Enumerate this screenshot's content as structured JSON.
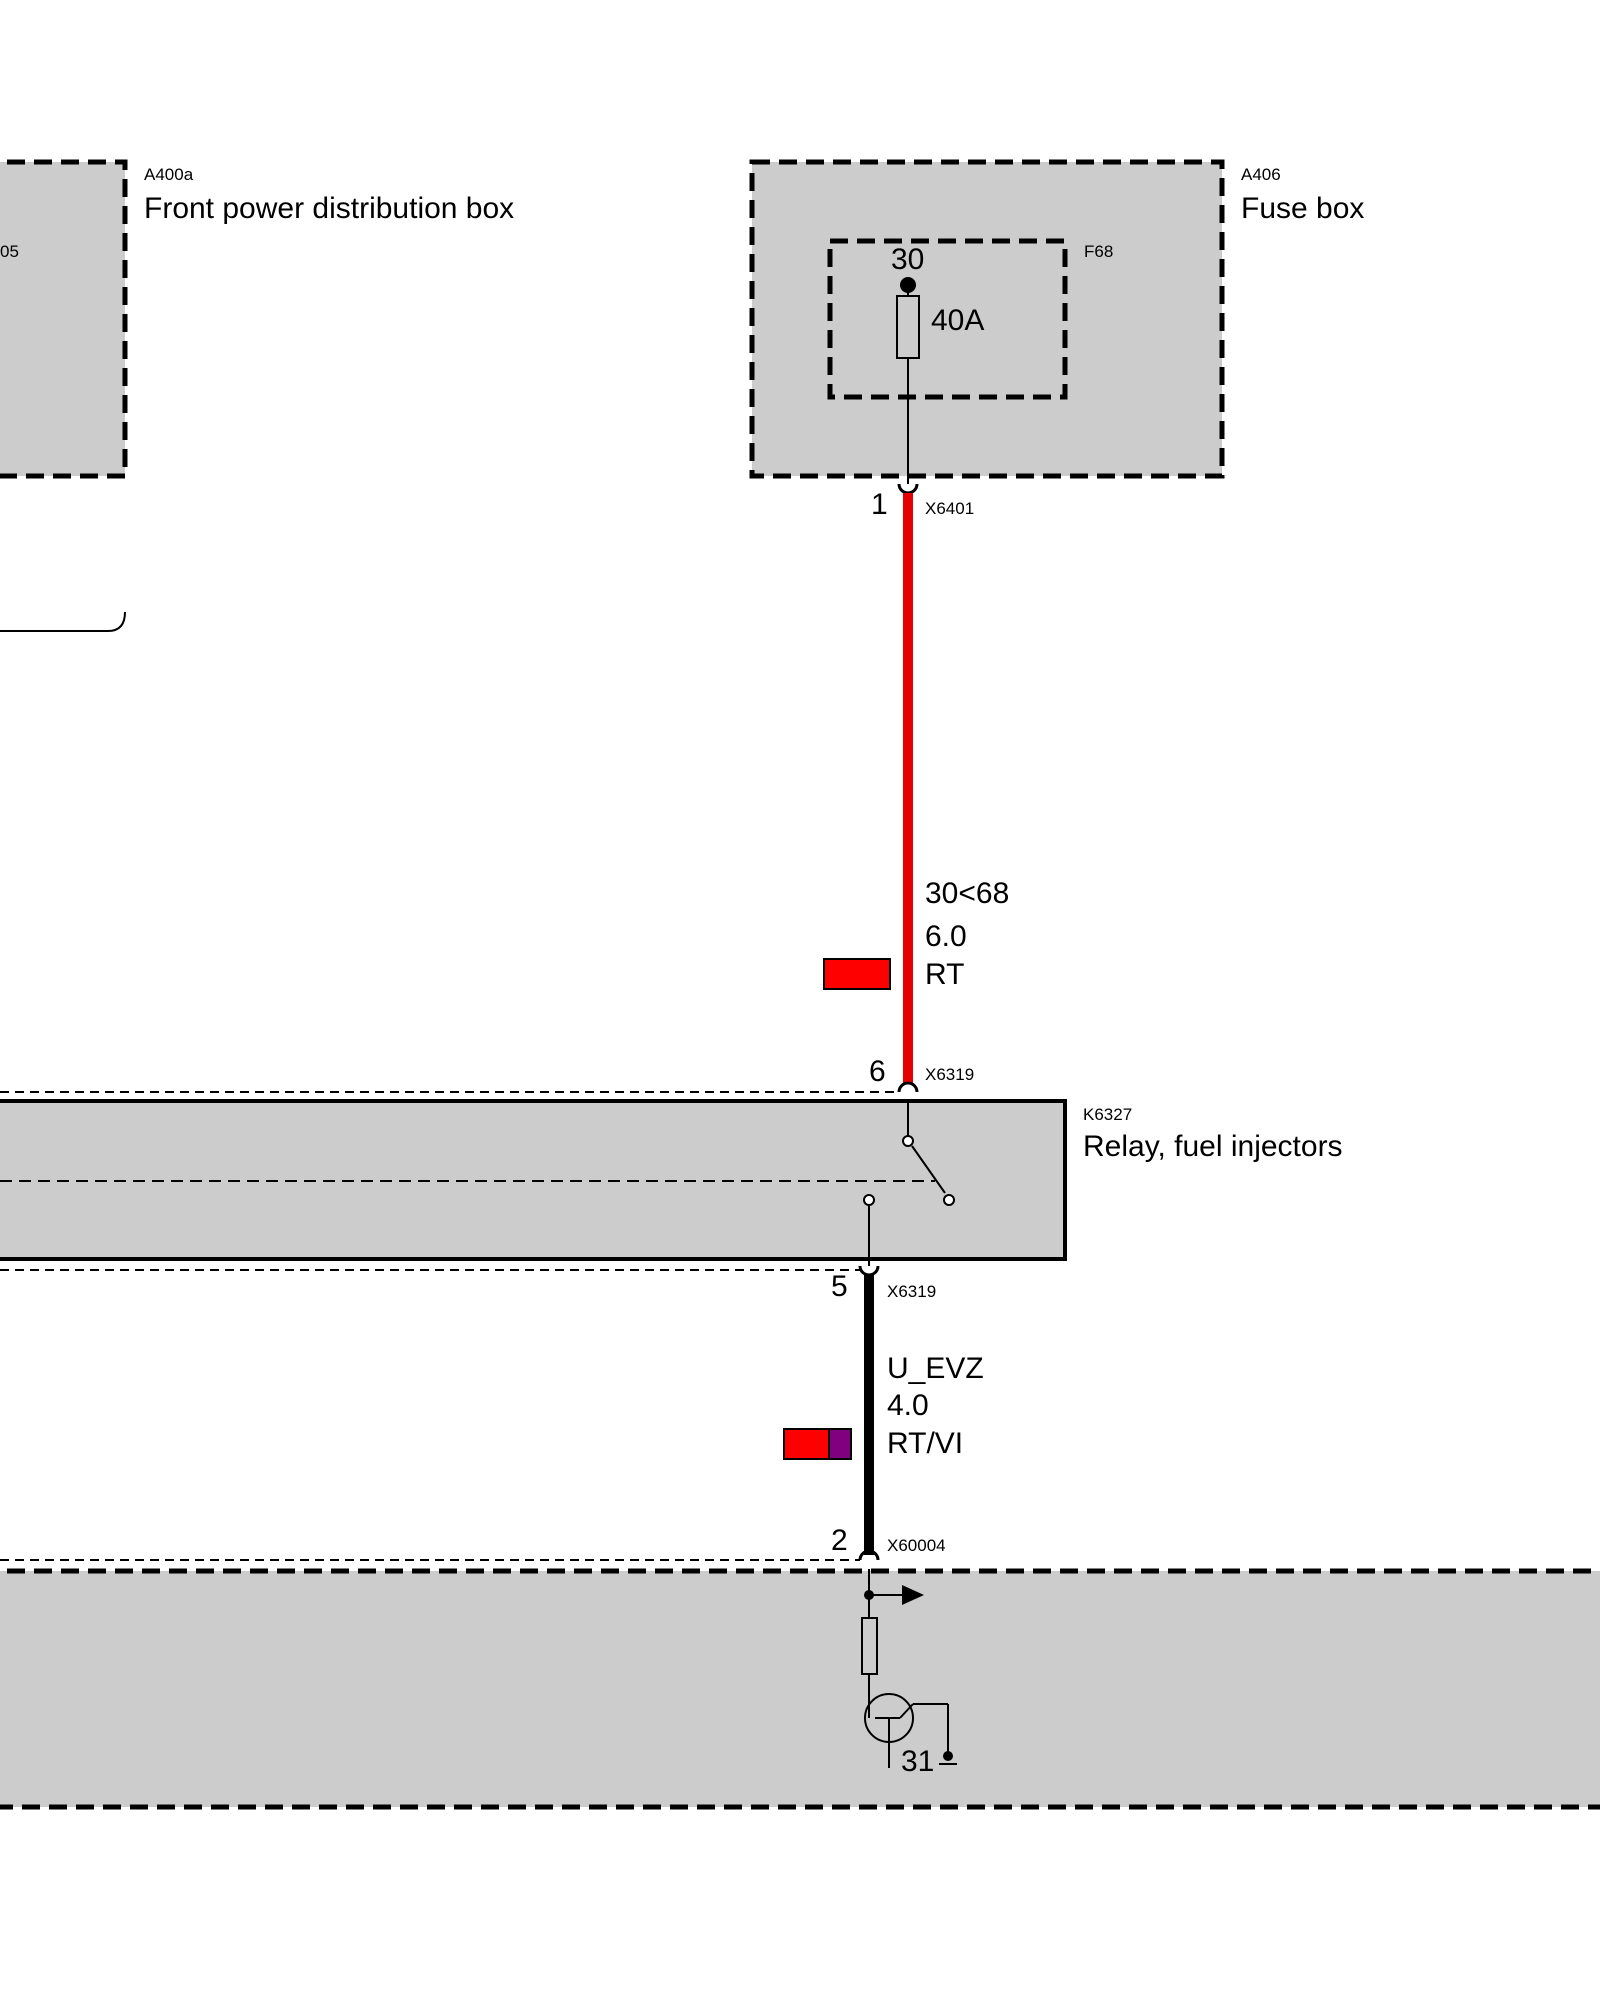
{
  "components": {
    "front_distribution_box": {
      "code": "A400a",
      "name": "Front power distribution box",
      "partial_label": "05"
    },
    "fuse_box": {
      "code": "A406",
      "name": "Fuse box"
    },
    "fuse": {
      "code": "F68",
      "terminal": "30",
      "rating": "40A"
    },
    "relay": {
      "code": "K6327",
      "name": "Relay, fuel injectors"
    },
    "lower_module": {
      "ground_terminal": "31"
    }
  },
  "connectors": {
    "fusebox_out": {
      "pin": "1",
      "connector": "X6401"
    },
    "relay_in": {
      "pin": "6",
      "connector": "X6319"
    },
    "relay_out": {
      "pin": "5",
      "connector": "X6319"
    },
    "module_in": {
      "pin": "2",
      "connector": "X60004"
    }
  },
  "wires": [
    {
      "signal": "30<68",
      "size": "6.0",
      "color_code": "RT",
      "colors": [
        "#ff0000"
      ]
    },
    {
      "signal": "U_EVZ",
      "size": "4.0",
      "color_code": "RT/VI",
      "colors": [
        "#ff0000",
        "#800080"
      ]
    }
  ],
  "colors": {
    "box_fill": "#cccccc",
    "wire_red": "#e60000",
    "wire_black": "#000000",
    "swatch_red": "#ff0000",
    "swatch_violet": "#800080"
  }
}
